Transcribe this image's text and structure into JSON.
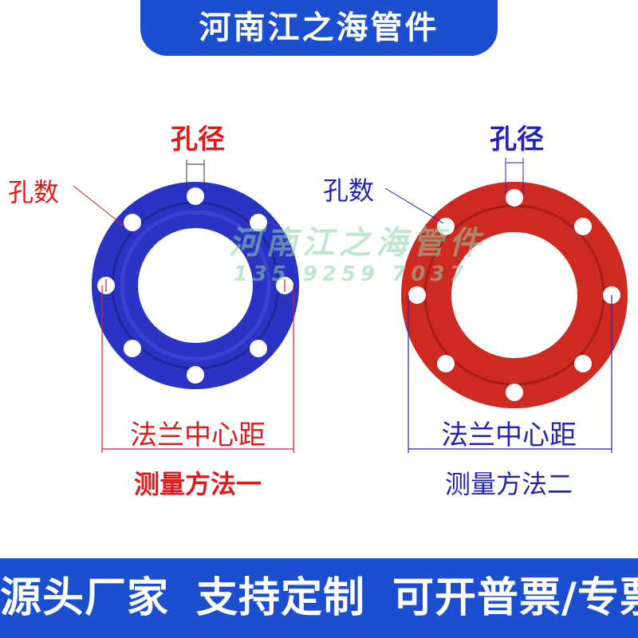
{
  "header": {
    "title": "河南江之海管件"
  },
  "left_diagram": {
    "hole_diameter_label": "孔径",
    "hole_count_label": "孔数",
    "center_distance_label": "法兰中心距",
    "method_label": "测量方法一",
    "flange_color": "#2b33c4",
    "label_color": "#e01b1b"
  },
  "right_diagram": {
    "hole_diameter_label": "孔径",
    "hole_count_label": "孔数",
    "center_distance_label": "法兰中心距",
    "method_label": "测量方法二",
    "flange_color": "#cf2a22",
    "label_color": "#2323b8"
  },
  "watermark": {
    "company": "河南江之海管件",
    "phone": "135 9259 7037"
  },
  "footer": {
    "slogan_1": "源头厂家",
    "slogan_2": "支持定制",
    "slogan_3": "可开普票/专票"
  }
}
